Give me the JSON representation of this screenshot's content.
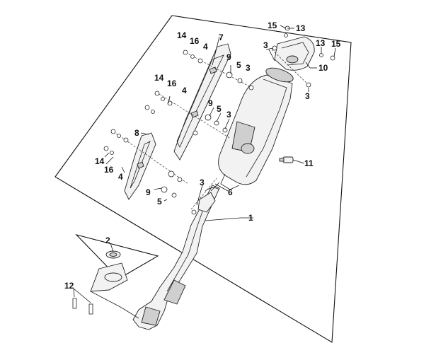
{
  "callouts": {
    "c1": "1",
    "c2": "2",
    "c3a": "3",
    "c3b": "3",
    "c3c": "3",
    "c3d": "3",
    "c3e": "3",
    "c4a": "4",
    "c4b": "4",
    "c4c": "4",
    "c5a": "5",
    "c5b": "5",
    "c5c": "5",
    "c6": "6",
    "c7": "7",
    "c8": "8",
    "c9a": "9",
    "c9b": "9",
    "c9c": "9",
    "c10": "10",
    "c11": "11",
    "c12": "12",
    "c13a": "13",
    "c13b": "13",
    "c14a": "14",
    "c14b": "14",
    "c14c": "14",
    "c15a": "15",
    "c15b": "15",
    "c16a": "16",
    "c16b": "16",
    "c16c": "16"
  }
}
